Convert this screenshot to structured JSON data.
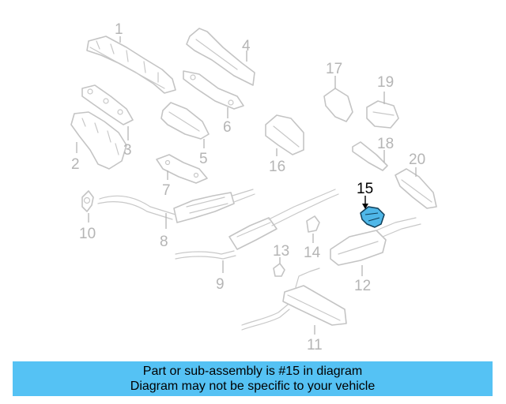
{
  "callouts": {
    "c1": "1",
    "c2": "2",
    "c3": "3",
    "c4": "4",
    "c5": "5",
    "c6": "6",
    "c7": "7",
    "c8": "8",
    "c9": "9",
    "c10": "10",
    "c11": "11",
    "c12": "12",
    "c13": "13",
    "c14": "14",
    "c15": "15",
    "c16": "16",
    "c17": "17",
    "c18": "18",
    "c19": "19",
    "c20": "20"
  },
  "highlighted_part": "15",
  "colors": {
    "highlight_fill": "#4fb7e8",
    "highlight_outline": "#0f3d57",
    "part_outline": "#c4c4c4",
    "banner_background": "#55c2f4"
  },
  "banner": {
    "line1": "Part or sub-assembly is #15 in diagram",
    "line2": "Diagram may not be specific to your vehicle"
  }
}
